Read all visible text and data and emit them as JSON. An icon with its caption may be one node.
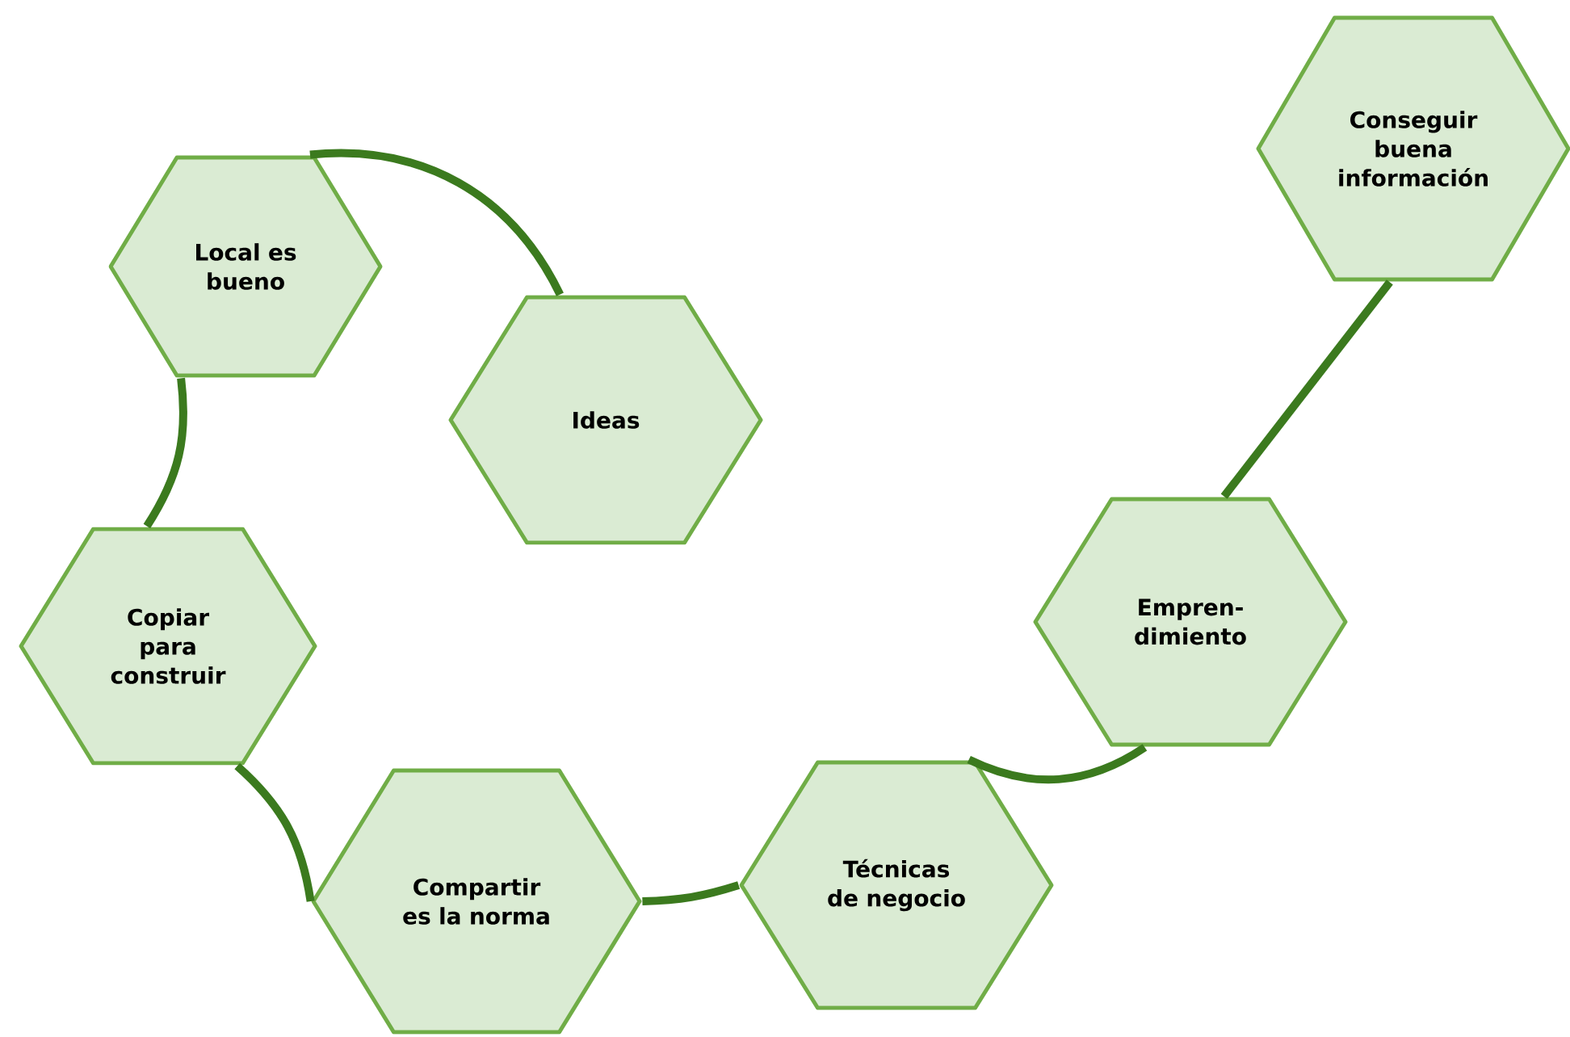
{
  "diagram": {
    "nodes": [
      {
        "text": [
          "Local es bueno"
        ]
      },
      {
        "text": [
          "Ideas"
        ]
      },
      {
        "text": [
          "Copiar para construir"
        ]
      },
      {
        "text": [
          "Compartir es la norma"
        ]
      },
      {
        "text": [
          "Técnicas de negocio"
        ]
      },
      {
        "text": [
          "Empren- dimiento"
        ]
      },
      {
        "text": [
          "Conseguir buena información"
        ]
      }
    ],
    "edges": [
      {
        "from": 1,
        "to": 0,
        "arrow": "none"
      },
      {
        "from": 0,
        "to": 2,
        "arrow": "none"
      },
      {
        "from": 2,
        "to": 3,
        "arrow": "none"
      },
      {
        "from": 3,
        "to": 4,
        "arrow": "none"
      },
      {
        "from": 4,
        "to": 5,
        "arrow": "none"
      },
      {
        "from": 5,
        "to": 6,
        "arrow": "none"
      }
    ]
  }
}
